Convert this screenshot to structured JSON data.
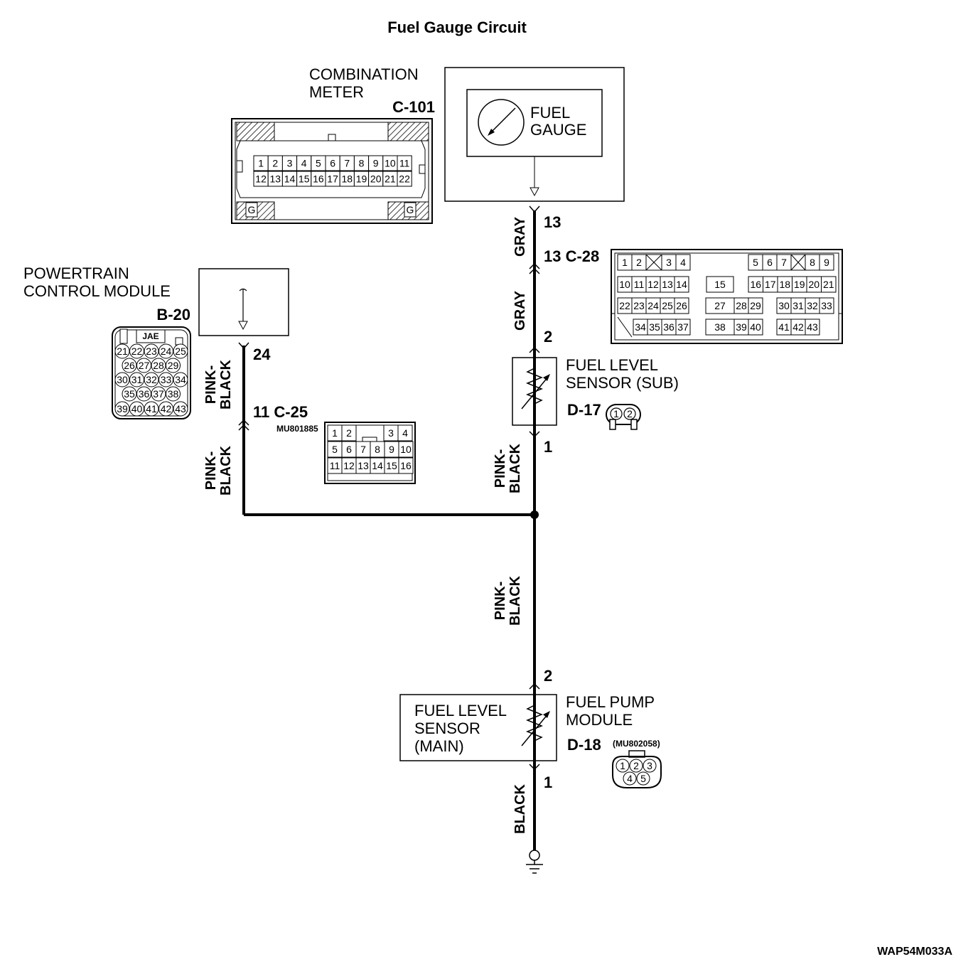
{
  "title": "Fuel Gauge Circuit",
  "figure_code": "WAP54M033A",
  "components": {
    "combination_meter": {
      "name_line1": "COMBINATION",
      "name_line2": "METER",
      "connector": "C-101",
      "gauge_line1": "FUEL",
      "gauge_line2": "GAUGE",
      "terminal": "13"
    },
    "pcm": {
      "name_line1": "POWERTRAIN",
      "name_line2": "CONTROL MODULE",
      "connector": "B-20",
      "terminal": "24",
      "connector_brand": "JAE"
    },
    "sensor_sub": {
      "name_line1": "FUEL LEVEL",
      "name_line2": "SENSOR (SUB)",
      "connector": "D-17",
      "pin_top": "2",
      "pin_bottom": "1"
    },
    "pump_module": {
      "name_line1": "FUEL PUMP",
      "name_line2": "MODULE",
      "connector": "D-18",
      "part_no": "(MU802058)",
      "pin_top": "2",
      "pin_bottom": "1",
      "inner_line1": "FUEL LEVEL",
      "inner_line2": "SENSOR",
      "inner_line3": "(MAIN)"
    },
    "junction_c28": {
      "label": "13 C-28"
    },
    "junction_c25": {
      "label": "11 C-25",
      "part_no": "MU801885"
    }
  },
  "wires": {
    "gray": "GRAY",
    "pink_black_1": "PINK-",
    "pink_black_2": "BLACK",
    "black": "BLACK"
  },
  "connector_pins": {
    "c101_row1": [
      "1",
      "2",
      "3",
      "4",
      "5",
      "6",
      "7",
      "8",
      "9",
      "10",
      "11"
    ],
    "c101_row2": [
      "12",
      "13",
      "14",
      "15",
      "16",
      "17",
      "18",
      "19",
      "20",
      "21",
      "22"
    ],
    "c101_ground": "G",
    "b20_row1": [
      "21",
      "22",
      "23",
      "24",
      "25"
    ],
    "b20_row2": [
      "26",
      "27",
      "28",
      "29"
    ],
    "b20_row3": [
      "30",
      "31",
      "32",
      "33",
      "34"
    ],
    "b20_row4": [
      "35",
      "36",
      "37",
      "38"
    ],
    "b20_row5": [
      "39",
      "40",
      "41",
      "42",
      "43"
    ],
    "c25_row1": [
      "1",
      "2",
      "3",
      "4"
    ],
    "c25_row2": [
      "5",
      "6",
      "7",
      "8",
      "9",
      "10"
    ],
    "c25_row3": [
      "11",
      "12",
      "13",
      "14",
      "15",
      "16"
    ],
    "c28_row1a": [
      "1",
      "2",
      "3",
      "4"
    ],
    "c28_row1b": [
      "5",
      "6",
      "7",
      "8",
      "9"
    ],
    "c28_row2a": [
      "10",
      "11",
      "12",
      "13",
      "14"
    ],
    "c28_mid": [
      "15"
    ],
    "c28_row2b": [
      "16",
      "17",
      "18",
      "19",
      "20",
      "21"
    ],
    "c28_row3a": [
      "22",
      "23",
      "24",
      "25",
      "26"
    ],
    "c28_row3mid": [
      "27",
      "28",
      "29"
    ],
    "c28_row3b": [
      "30",
      "31",
      "32",
      "33"
    ],
    "c28_row4a": [
      "34",
      "35",
      "36",
      "37"
    ],
    "c28_row4mid": [
      "38",
      "39",
      "40"
    ],
    "c28_row4b": [
      "41",
      "42",
      "43"
    ],
    "d17_pins": [
      "1",
      "2"
    ],
    "d18_row1": [
      "1",
      "2",
      "3"
    ],
    "d18_row2": [
      "4",
      "5"
    ]
  }
}
